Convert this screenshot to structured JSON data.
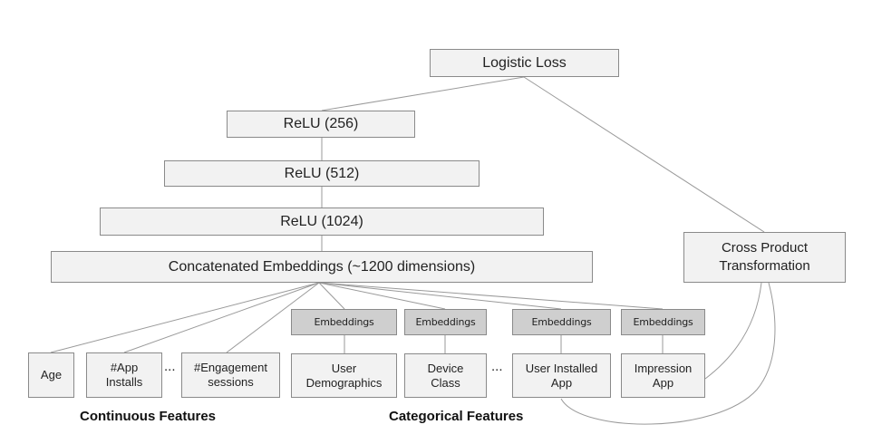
{
  "layers": {
    "logistic_loss": "Logistic Loss",
    "relu_256": "ReLU (256)",
    "relu_512": "ReLU (512)",
    "relu_1024": "ReLU (1024)",
    "concat": "Concatenated Embeddings (~1200 dimensions)"
  },
  "cross_product": "Cross Product\nTransformation",
  "continuous": {
    "age": "Age",
    "app_installs": "#App\nInstalls",
    "engagement_sessions": "#Engagement\nsessions",
    "ellipsis": "...",
    "group_label": "Continuous Features"
  },
  "categorical": {
    "embedding_label": "Embeddings",
    "user_demographics": "User\nDemographics",
    "device_class": "Device\nClass",
    "user_installed_app": "User Installed\nApp",
    "impression_app": "Impression\nApp",
    "ellipsis": "...",
    "group_label": "Categorical Features"
  },
  "colors": {
    "box_fill": "#f2f2f2",
    "embedding_fill": "#cfcfcf",
    "border": "#8a8a8a",
    "wire": "#9a9a9a"
  }
}
